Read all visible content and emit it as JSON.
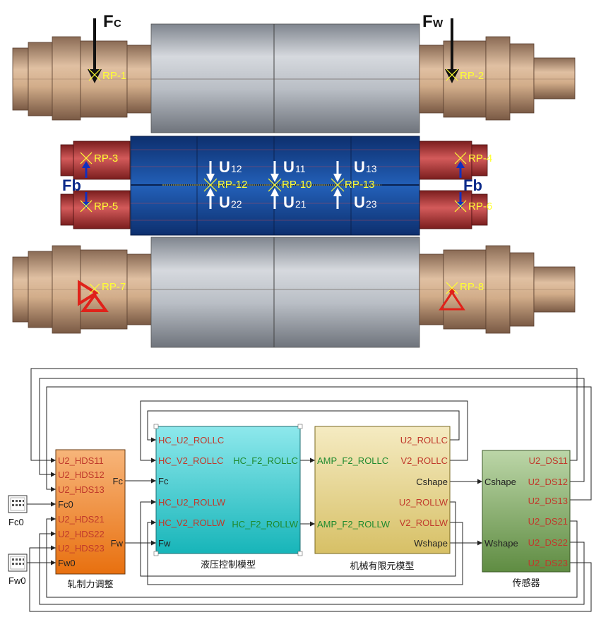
{
  "roll_figure": {
    "forces": {
      "fc": {
        "main": "F",
        "sub": "C"
      },
      "fw": {
        "main": "F",
        "sub": "W"
      },
      "fb_left": "Fb",
      "fb_right": "Fb"
    },
    "ref_points": {
      "rp1": "RP-1",
      "rp2": "RP-2",
      "rp3": "RP-3",
      "rp4": "RP-4",
      "rp5": "RP-5",
      "rp6": "RP-6",
      "rp7": "RP-7",
      "rp8": "RP-8",
      "rp12": "RP-12",
      "rp10": "RP-10",
      "rp13": "RP-13"
    },
    "displacements": {
      "u12": {
        "main": "U",
        "sub": "12"
      },
      "u11": {
        "main": "U",
        "sub": "11"
      },
      "u13": {
        "main": "U",
        "sub": "13"
      },
      "u22": {
        "main": "U",
        "sub": "22"
      },
      "u21": {
        "main": "U",
        "sub": "21"
      },
      "u23": {
        "main": "U",
        "sub": "23"
      }
    },
    "colors": {
      "bearing": "#c9a27e",
      "roll_gray": "#c8ccd2",
      "work_roll_blue": "#1a4fa0",
      "red_chock": "#b13a3a",
      "support_red": "#e0221a"
    }
  },
  "block_diagram": {
    "blocks": {
      "rolling_force": {
        "caption": "轧制力调整",
        "inputs": [
          "U2_HDS11",
          "U2_HDS12",
          "U2_HDS13",
          "Fc0",
          "U2_HDS21",
          "U2_HDS22",
          "U2_HDS23",
          "Fw0"
        ],
        "outputs": [
          "Fc",
          "Fw"
        ]
      },
      "hydraulic": {
        "caption": "液压控制模型",
        "inputs": [
          "HC_U2_ROLLC",
          "HC_V2_ROLLC",
          "Fc",
          "HC_U2_ROLLW",
          "HC_V2_ROLLW",
          "Fw"
        ],
        "outputs": [
          "HC_F2_ROLLC",
          "HC_F2_ROLLW"
        ]
      },
      "mechanical": {
        "caption": "机械有限元模型",
        "inputs": [
          "AMP_F2_ROLLC",
          "AMP_F2_ROLLW"
        ],
        "outputs": [
          "U2_ROLLC",
          "V2_ROLLC",
          "Cshape",
          "U2_ROLLW",
          "V2_ROLLW",
          "Wshape"
        ]
      },
      "sensor": {
        "caption": "传感器",
        "inputs": [
          "Cshape",
          "Wshape"
        ],
        "outputs": [
          "U2_DS11",
          "U2_DS12",
          "U2_DS13",
          "U2_DS21",
          "U2_DS22",
          "U2_DS23"
        ]
      }
    },
    "sources": {
      "fc0": "Fc0",
      "fw0": "Fw0"
    },
    "colors": {
      "orange_block": "#f08a36",
      "cyan_block": "#33cccc",
      "yellow_block": "#e3d18a",
      "green_block": "#7ea862",
      "port_red": "#c0392b",
      "port_green": "#1e8a2e",
      "port_dark": "#222222"
    }
  }
}
